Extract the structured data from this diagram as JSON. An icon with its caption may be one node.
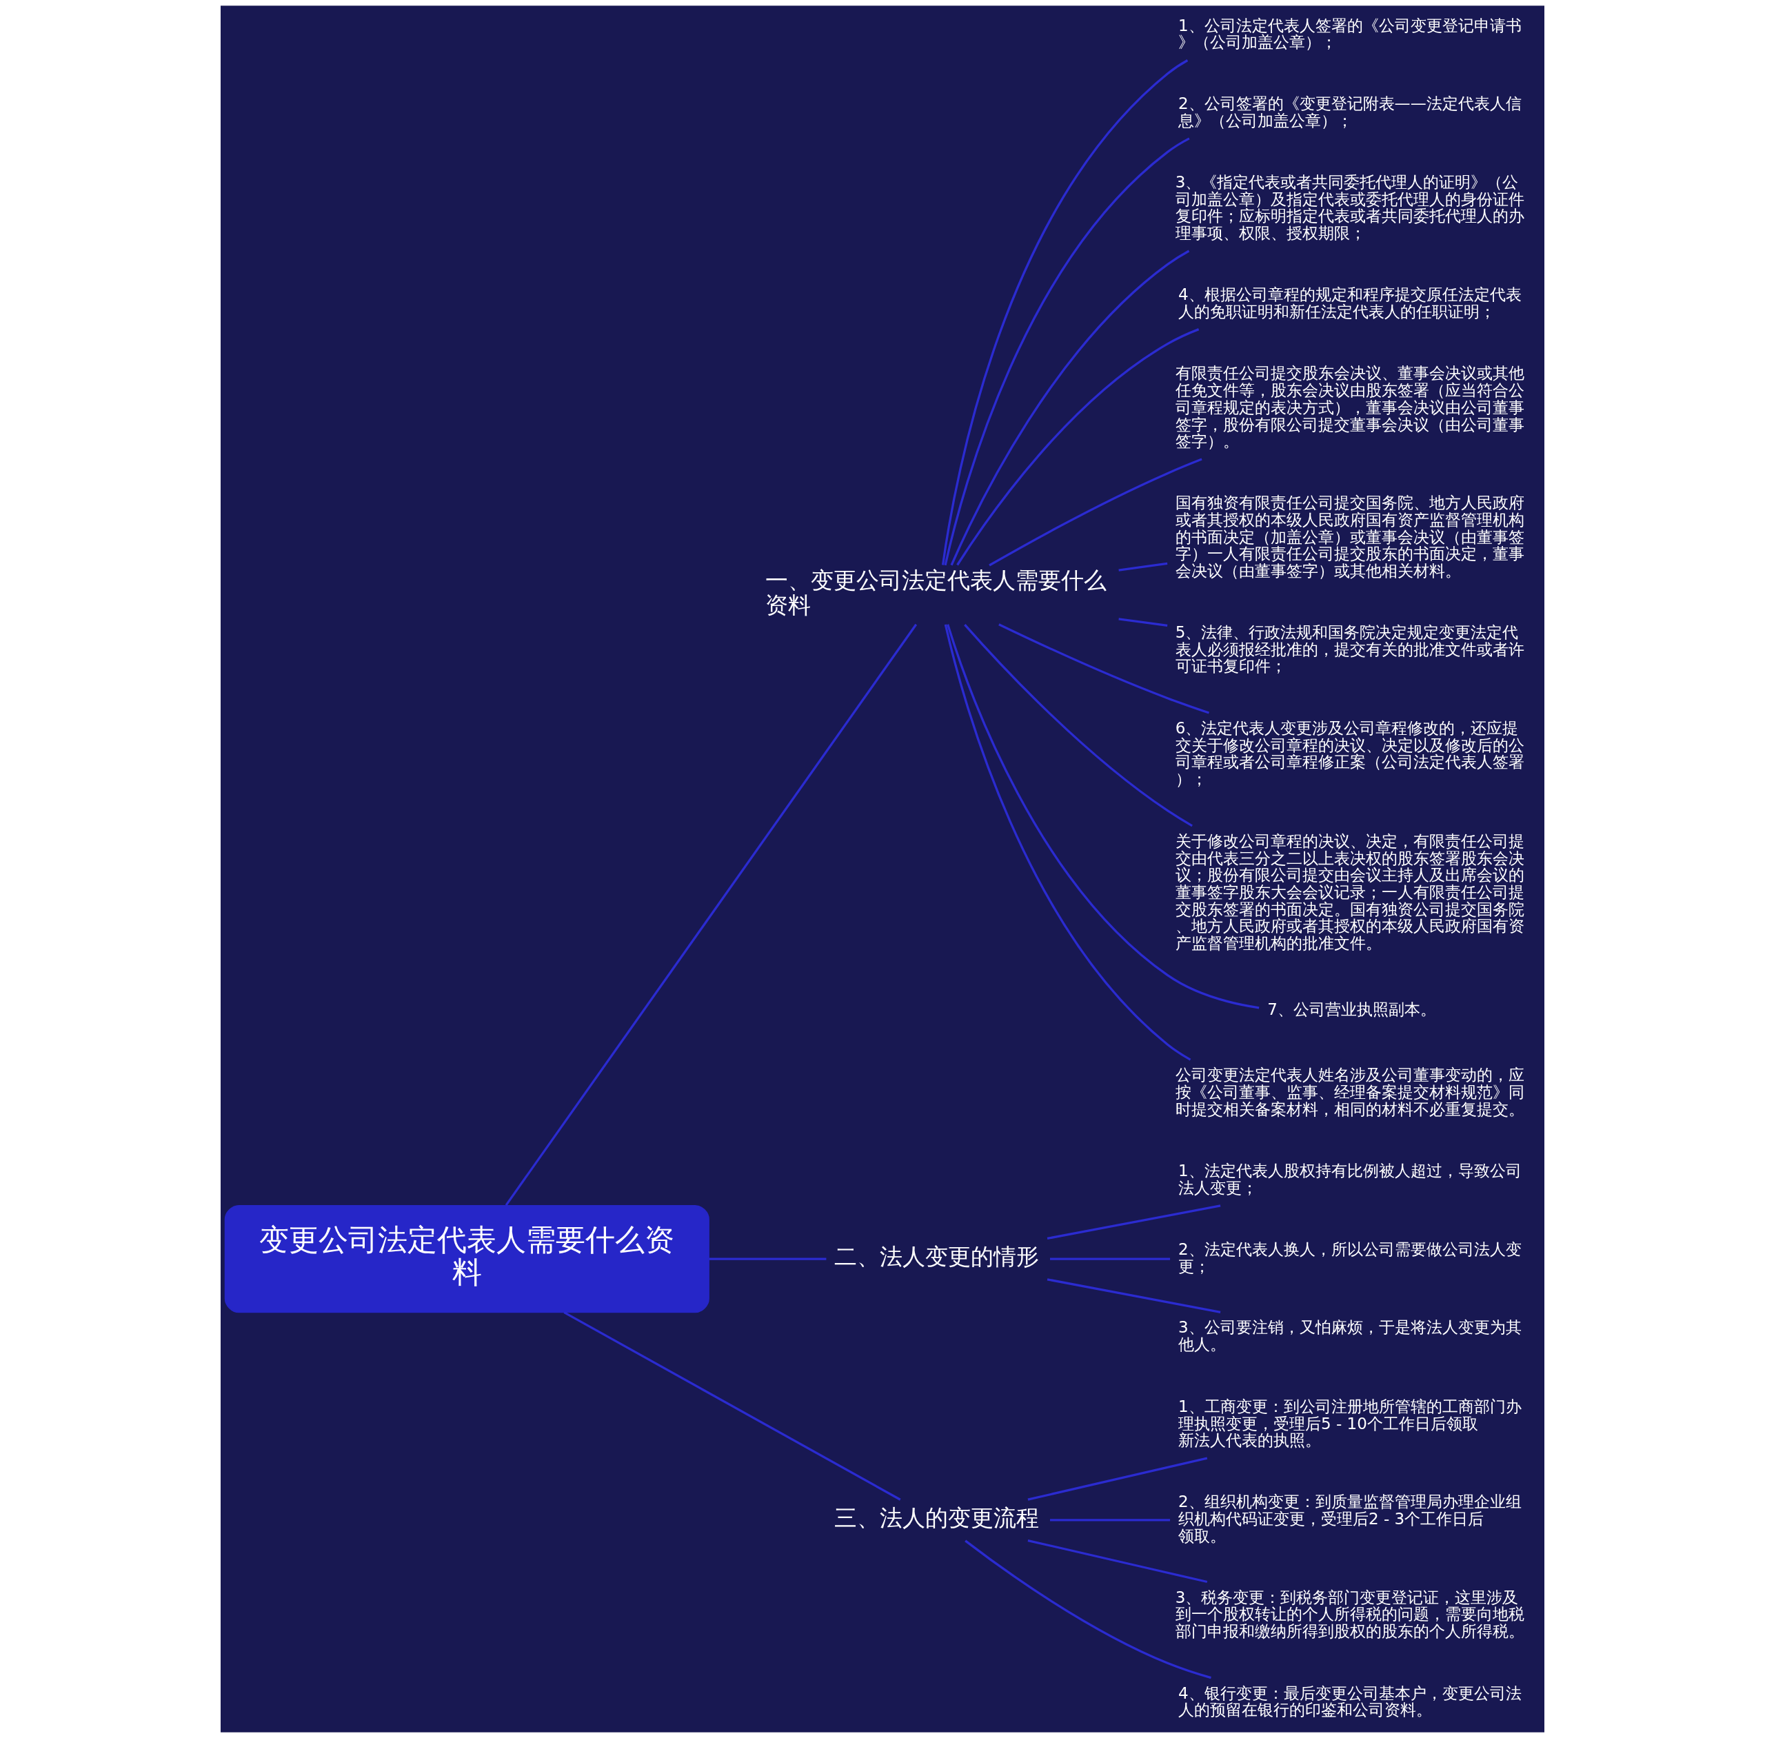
{
  "diagram": {
    "nodes": [
      {
        "text": [
          "变更公司法定代表人需要什么资料"
        ]
      },
      {
        "text": [
          "一、变更公司法定代表人需要什么资料"
        ]
      },
      {
        "text": [
          "1、公司法定代表人签署的《公司变更登记申请书》（公司加盖公章）；"
        ]
      },
      {
        "text": [
          "2、公司签署的《变更登记附表——法定代表人信息》（公司加盖公章）；"
        ]
      },
      {
        "text": [
          "3、《指定代表或者共同委托代理人的证明》（公司加盖公章）及指定代表或委托代理人的身份证件复印件；应标明指定代表或者共同委托代理人的办理事项、权限、授权期限；"
        ]
      },
      {
        "text": [
          "4、根据公司章程的规定和程序提交原任法定代表人的免职证明和新任法定代表人的任职证明；"
        ]
      },
      {
        "text": [
          "有限责任公司提交股东会决议、董事会决议或其他任免文件等，股东会决议由股东签署（应当符合公司章程规定的表决方式），董事会决议由公司董事签字，股份有限公司提交董事会决议（由公司董事签字）。"
        ]
      },
      {
        "text": [
          "国有独资有限责任公司提交国务院、地方人民政府或者其授权的本级人民政府国有资产监督管理机构的书面决定（加盖公章）或董事会决议（由董事签字）一人有限责任公司提交股东的书面决定，董事会决议（由董事签字）或其他相关材料。"
        ]
      },
      {
        "text": [
          "5、法律、行政法规和国务院决定规定变更法定代表人必须报经批准的，提交有关的批准文件或者许可证书复印件；"
        ]
      },
      {
        "text": [
          "6、法定代表人变更涉及公司章程修改的，还应提交关于修改公司章程的决议、决定以及修改后的公司章程或者公司章程修正案（公司法定代表人签署）；"
        ]
      },
      {
        "text": [
          "关于修改公司章程的决议、决定，有限责任公司提交由代表三分之二以上表决权的股东签署股东会决议；股份有限公司提交由会议主持人及出席会议的董事签字股东大会会议记录；一人有限责任公司提交股东签署的书面决定。国有独资公司提交国务院、地方人民政府或者其授权的本级人民政府国有资产监督管理机构的批准文件。"
        ]
      },
      {
        "text": [
          "7、公司营业执照副本。"
        ]
      },
      {
        "text": [
          "公司变更法定代表人姓名涉及公司董事变动的，应按《公司董事、监事、经理备案提交材料规范》同时提交相关备案材料，相同的材料不必重复提交。"
        ]
      },
      {
        "text": [
          "二、法人变更的情形"
        ]
      },
      {
        "text": [
          "1、法定代表人股权持有比例被人超过，导致公司法人变更；"
        ]
      },
      {
        "text": [
          "2、法定代表人换人，所以公司需要做公司法人变更；"
        ]
      },
      {
        "text": [
          "3、公司要注销，又怕麻烦，于是将法人变更为其他人。"
        ]
      },
      {
        "text": [
          "三、法人的变更流程"
        ]
      },
      {
        "text": [
          "1、工商变更：到公司注册地所管辖的工商部门办理执照变更，受理后5 - 10个工作日后领取新法人代表的执照。"
        ]
      },
      {
        "text": [
          "2、组织机构变更：到质量监督管理局办理企业组织机构代码证变更，受理后2 - 3个工作日后领取。"
        ]
      },
      {
        "text": [
          "3、税务变更：到税务部门变更登记证，这里涉及到一个股权转让的个人所得税的问题，需要向地税部门申报和缴纳所得到股权的股东的个人所得税。"
        ]
      },
      {
        "text": [
          "4、银行变更：最后变更公司基本户，变更公司法人的预留在银行的印鉴和公司资料。"
        ]
      }
    ],
    "edges": [
      {
        "from": 0,
        "to": 1,
        "arrow": "none"
      },
      {
        "from": 1,
        "to": 2,
        "arrow": "none"
      },
      {
        "from": 1,
        "to": 3,
        "arrow": "none"
      },
      {
        "from": 1,
        "to": 4,
        "arrow": "none"
      },
      {
        "from": 1,
        "to": 5,
        "arrow": "none"
      },
      {
        "from": 1,
        "to": 6,
        "arrow": "none"
      },
      {
        "from": 1,
        "to": 7,
        "arrow": "none"
      },
      {
        "from": 1,
        "to": 8,
        "arrow": "none"
      },
      {
        "from": 1,
        "to": 9,
        "arrow": "none"
      },
      {
        "from": 1,
        "to": 10,
        "arrow": "none"
      },
      {
        "from": 1,
        "to": 11,
        "arrow": "none"
      },
      {
        "from": 1,
        "to": 12,
        "arrow": "none"
      },
      {
        "from": 0,
        "to": 13,
        "arrow": "none"
      },
      {
        "from": 13,
        "to": 14,
        "arrow": "none"
      },
      {
        "from": 13,
        "to": 15,
        "arrow": "none"
      },
      {
        "from": 13,
        "to": 16,
        "arrow": "none"
      },
      {
        "from": 0,
        "to": 17,
        "arrow": "none"
      },
      {
        "from": 17,
        "to": 18,
        "arrow": "none"
      },
      {
        "from": 17,
        "to": 19,
        "arrow": "none"
      },
      {
        "from": 17,
        "to": 20,
        "arrow": "none"
      },
      {
        "from": 17,
        "to": 21,
        "arrow": "none"
      }
    ]
  }
}
